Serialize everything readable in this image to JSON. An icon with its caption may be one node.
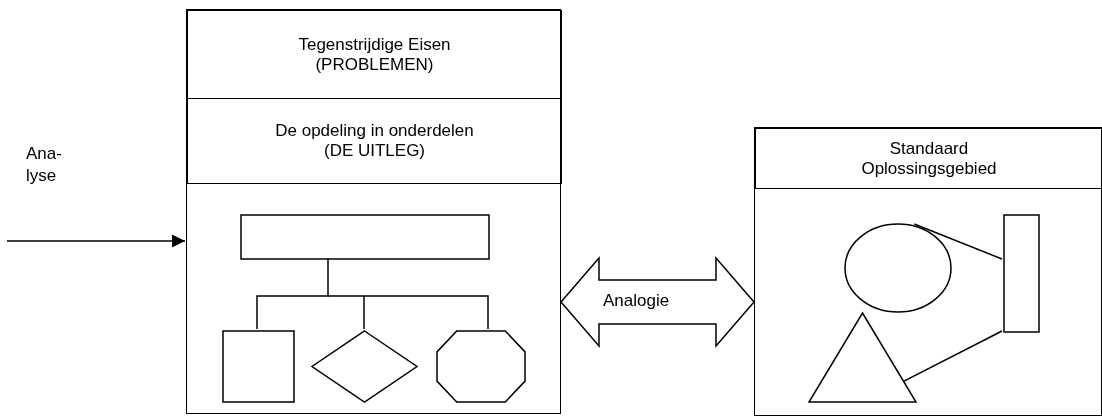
{
  "diagram": {
    "nodes": [
      {
        "text": [],
        "shape": "box"
      },
      {
        "text": [
          "Tegenstrijdige Eisen (PROBLEMEN)"
        ],
        "in": 0
      },
      {
        "text": [
          "De opdeling in onderdelen (DE UITLEG)"
        ],
        "in": 0
      },
      {
        "text": [],
        "shape": "box",
        "in": 0
      },
      {
        "text": [],
        "shape": "box",
        "in": 0
      },
      {
        "text": [],
        "shape": "diamond",
        "in": 0
      },
      {
        "text": [],
        "shape": "octagon",
        "in": 0
      },
      {
        "text": [],
        "shape": "box"
      },
      {
        "text": [
          "Standaard Oplossingsgebied"
        ],
        "in": 7
      },
      {
        "text": [],
        "shape": "ellipse",
        "in": 7
      },
      {
        "text": [],
        "shape": "box",
        "in": 7
      },
      {
        "text": [],
        "shape": "triangle",
        "in": 7
      }
    ],
    "edges": [
      {
        "from": null,
        "to": 0,
        "arrow": "to",
        "label": "Ana- lyse"
      },
      {
        "from": 0,
        "to": 7,
        "arrow": "both",
        "label": "Analogie"
      },
      {
        "from": 3,
        "to": 4,
        "arrow": "none"
      },
      {
        "from": 3,
        "to": 5,
        "arrow": "none"
      },
      {
        "from": 3,
        "to": 6,
        "arrow": "none"
      },
      {
        "from": 9,
        "to": 10,
        "arrow": "none"
      },
      {
        "from": 11,
        "to": 10,
        "arrow": "none"
      }
    ]
  }
}
